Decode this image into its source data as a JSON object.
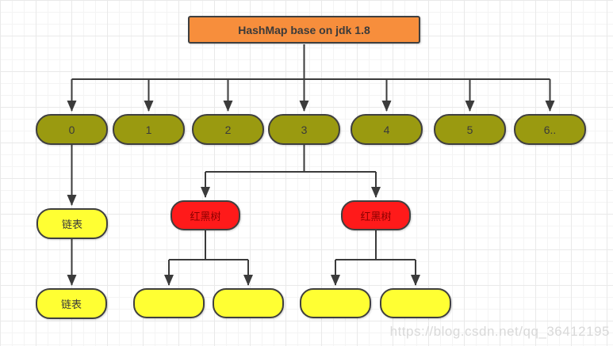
{
  "root": {
    "label": "HashMap base on jdk 1.8"
  },
  "buckets": [
    "0",
    "1",
    "2",
    "3",
    "4",
    "5",
    "6.."
  ],
  "list_nodes": [
    "链表",
    "链表"
  ],
  "tree_nodes": [
    "红黑树",
    "红黑树"
  ],
  "leaf_nodes": [
    "",
    "",
    "",
    ""
  ],
  "watermark": "https://blog.csdn.net/qq_36412195",
  "colors": {
    "root_fill": "#f78e3c",
    "bucket_fill": "#9a9a10",
    "list_fill": "#ffff33",
    "tree_fill": "#ff1a1a",
    "tree_text": "#8b0000",
    "connector": "#3b3b3b"
  }
}
